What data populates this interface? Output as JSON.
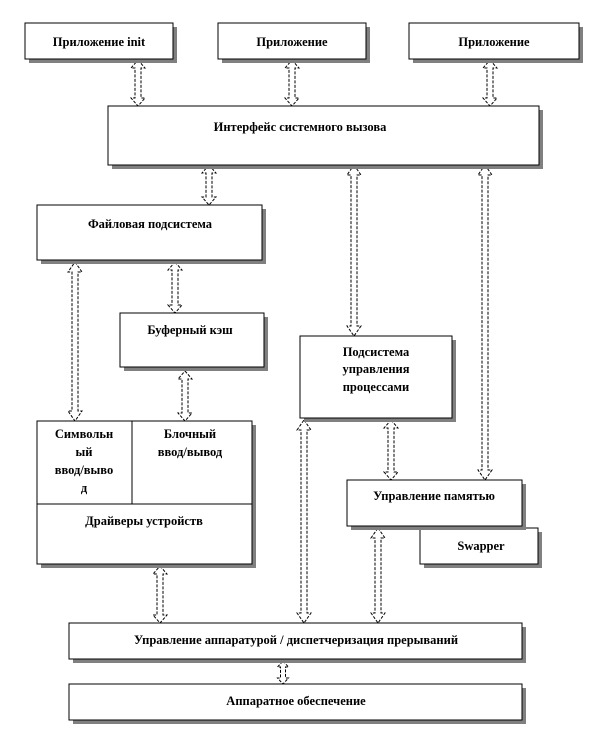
{
  "boxes": {
    "app_init": "Приложение init",
    "app_2": "Приложение",
    "app_3": "Приложение",
    "syscall": "Интерфейс системного вызова",
    "fs": "Файловая подсистема",
    "buffer_cache": "Буферный кэш",
    "proc_control": [
      "Подсистема",
      "управления",
      "процессами"
    ],
    "char_io": [
      "Символьн",
      "ый",
      "ввод/вывo",
      "д"
    ],
    "block_io": [
      "Блочный",
      "ввод/вывод"
    ],
    "drivers": "Драйверы устройств",
    "memory_mgmt": "Управление памятью",
    "swapper": "Swapper",
    "hw_control": "Управление аппаратурой / диспетчеризация прерываний",
    "hardware": "Аппаратное обеспечение"
  }
}
